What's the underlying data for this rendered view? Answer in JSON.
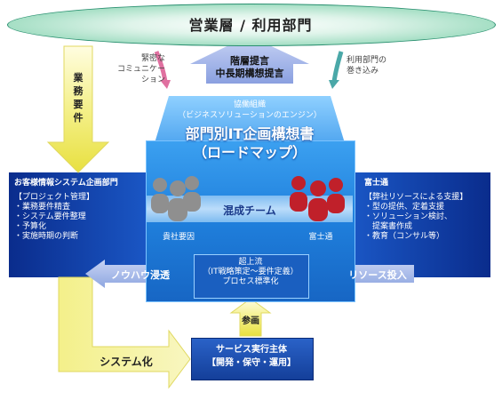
{
  "top_ellipse": {
    "label": "営業層 / 利用部門"
  },
  "left_arrow": {
    "label": "業務要件"
  },
  "top_center": {
    "line1": "階層提言",
    "line2": "中長期構想提言"
  },
  "top_left_note": {
    "line1": "緊密な",
    "line2": "コミュニケー",
    "line3": "ション"
  },
  "top_right_note": {
    "line1": "利用部門の",
    "line2": "巻き込み"
  },
  "house": {
    "subtitle1": "協働組織",
    "subtitle2": "（ビジネスソリューションのエンジン）",
    "title1": "部門別IT企画構想書",
    "title2": "（ロードマップ）",
    "mixed_team": "混成チーム",
    "left_people_label": "貴社要因",
    "right_people_label": "富士通",
    "upper": {
      "line1": "超上流",
      "line2": "（IT戦略策定～要件定義）",
      "line3": "プロセス標準化"
    }
  },
  "left_panel": {
    "title": "お客様情報システム企画部門",
    "items": [
      "【プロジェクト管理】",
      "・業務要件精査",
      "・システム要件整理",
      "・予算化",
      "・実施時期の判断"
    ]
  },
  "right_panel": {
    "title": "富士通",
    "items": [
      "【弊社リソースによる支援】",
      "・型の提供、定着支援",
      "・ソリューション検討、",
      "　提案書作成",
      "・教育（コンサル等）"
    ]
  },
  "knowhow_arrow": {
    "label": "ノウハウ浸透"
  },
  "resource_arrow": {
    "label": "リソース投入"
  },
  "participation_arrow": {
    "label": "参画"
  },
  "system_arrow": {
    "label": "システム化"
  },
  "service_box": {
    "line1": "サービス実行主体",
    "line2": "【開発・保守・運用】"
  },
  "colors": {
    "green_ellipse": "#2f9f7a",
    "blue_panel": "#0c2f92",
    "yellow_arrow": "#f2ee7a",
    "people_gray": "#8f8f8f",
    "people_red": "#c0202a"
  }
}
